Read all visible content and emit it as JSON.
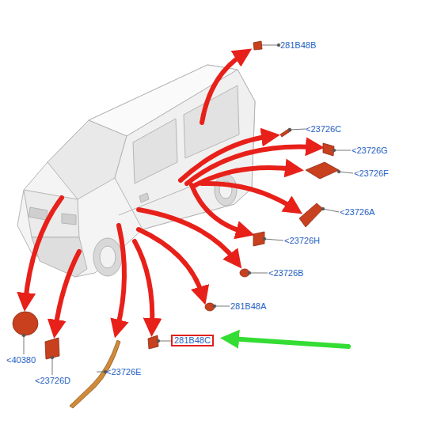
{
  "diagram": {
    "nodes": [
      {
        "text": [
          "281B48C"
        ]
      }
    ],
    "labels": [
      "281B48B",
      "<23726C",
      "<23726G",
      "<23726F",
      "<23726A",
      "<23726H",
      "<23726B",
      "281B48A",
      "<40380",
      "<23726D",
      "<23726E"
    ]
  }
}
